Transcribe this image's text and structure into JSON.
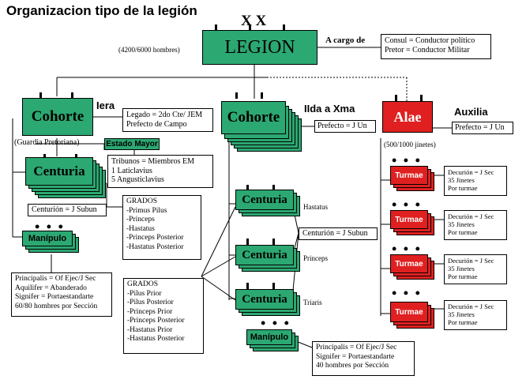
{
  "title": "Organizacion tipo de la legión",
  "legion": {
    "number": "X X",
    "label": "LEGION",
    "strength": "(4200/6000 hombres)",
    "a_cargo": "A cargo de"
  },
  "command": [
    "Consul = Conductor político",
    "Pretor = Conductor Militar"
  ],
  "left": {
    "ordinal": "Iera",
    "cohorte": "Cohorte",
    "guardia": "(Guardia Pretoriana)",
    "legado": [
      "Legado = 2do Cte/ JEM",
      "Prefecto de Campo"
    ],
    "estado_mayor": "Estado Mayor",
    "tribunos": [
      "Tribunos = Miembros EM",
      "1 Laticlavius",
      "5 Angusticlavius"
    ],
    "centuria": "Centuria",
    "centurion": "Centurión = J Subun",
    "grados_title": "GRADOS",
    "grados": [
      "-Primus Pilus",
      "-Princeps",
      "-Hastatus",
      "-Princeps Posterior",
      "-Hastatus Posterior"
    ],
    "dots": "• • •",
    "manipulo": "Manípulo",
    "manipulo_box": [
      "Principalis = Of Ejec/J Sec",
      "Aquilifer = Abanderado",
      "Signifer = Portaestandarte",
      "60/80 hombres por Sección"
    ]
  },
  "middle": {
    "ordinal": "IIda a  Xma",
    "cohorte": "Cohorte",
    "prefecto": "Prefecto = J Un",
    "centurias": [
      {
        "label": "Centuria",
        "role": "Hastatus"
      },
      {
        "label": "Centuria",
        "role": "Princeps"
      },
      {
        "label": "Centuria",
        "role": "Triaris"
      }
    ],
    "centurion": "Centurión = J Subun",
    "grados_title": "GRADOS",
    "grados": [
      "-Pilus Prior",
      "-Pilus Posterior",
      "-Princeps Prior",
      "-Princeps Posterior",
      "-Hastatus Prior",
      "-Hastatus Posterior"
    ],
    "dots": "• • •",
    "manipulo": "Manípulo",
    "manipulo_box": [
      "Principalis = Of Ejec/J Sec",
      "Signifer = Portaestandarte",
      "40 hombres por Sección"
    ]
  },
  "right": {
    "ordinal": "Auxilia",
    "alae": "Alae",
    "prefecto": "Prefecto = J Un",
    "strength": "(500/1000 jinetes)",
    "turmae_label": "Turmae",
    "dots": "• • •",
    "decurion": [
      "Decurión = J Sec",
      "35 Jinetes",
      "Por turmae"
    ]
  },
  "colors": {
    "green": "#2ca872",
    "red": "#e02020"
  }
}
